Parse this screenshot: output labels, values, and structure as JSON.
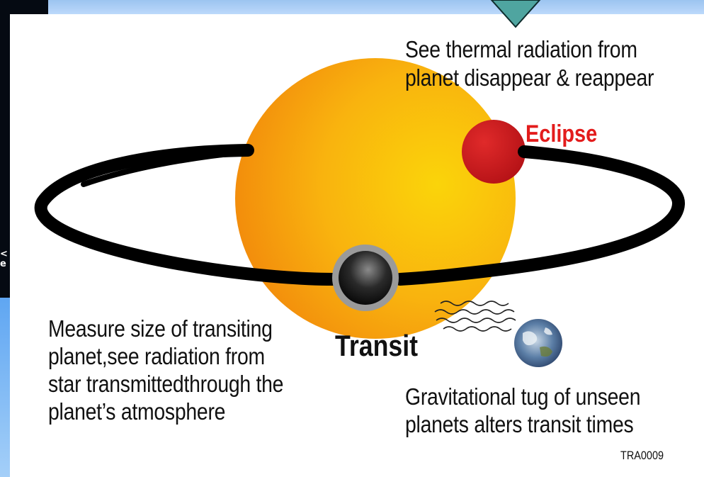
{
  "notes": {
    "eclipse": {
      "lines": [
        "See thermal radiation from",
        "planet disappear & reappear"
      ]
    },
    "transit": {
      "lines": [
        "Measure size of transiting",
        "planet,see radiation from",
        "star transmittedthrough the",
        "planet’s atmosphere"
      ]
    },
    "ttv": {
      "lines": [
        "Gravitational tug of unseen",
        "planets alters transit times"
      ]
    }
  },
  "labels": {
    "eclipse": "Eclipse",
    "transit": "Transit"
  },
  "code": "TRA0009",
  "slide_edge_text": {
    "line1": "<",
    "line2": "e"
  },
  "colors": {
    "eclipse_label": "#e31c1c",
    "star": "#f5a00a",
    "orbit": "#000000",
    "nav_arrow": "#4fa5a0"
  },
  "icons": {
    "star": "star-sun-icon",
    "eclipsing_planet": "red-planet-icon",
    "transiting_planet": "dark-planet-icon",
    "earth": "earth-icon",
    "gravity_waves": "wavy-lines-icon",
    "nav": "down-arrow-icon"
  }
}
